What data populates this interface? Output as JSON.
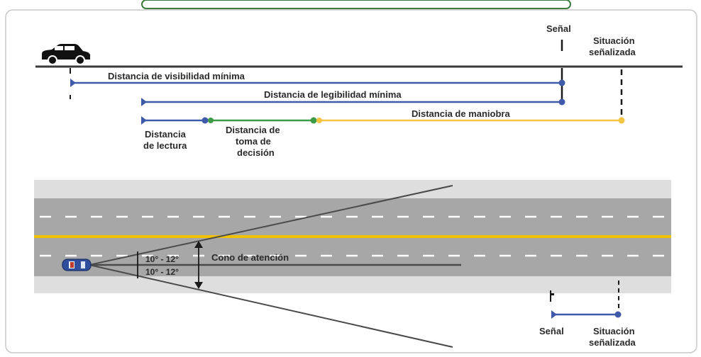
{
  "top_diagram": {
    "sign_label": "Señal",
    "situation_label_line1": "Situación",
    "situation_label_line2": "señalizada",
    "visibility_label": "Distancia de visibilidad mínima",
    "legibility_label": "Distancia de legibilidad mínima",
    "maneuver_label": "Distancia de maniobra",
    "reading_label_line1": "Distancia",
    "reading_label_line2": "de lectura",
    "decision_label_line1": "Distancia de",
    "decision_label_line2": "toma de",
    "decision_label_line3": "decisión"
  },
  "bottom_diagram": {
    "cone_label": "Cono de atención",
    "angle_upper": "10° - 12°",
    "angle_lower": "10° - 12°",
    "legend_sign_label": "Señal",
    "legend_situation_line1": "Situación",
    "legend_situation_line2": "señalizada"
  },
  "colors": {
    "blue": "#3e5aa8",
    "green": "#3d9a47",
    "yellow": "#f4c542",
    "road_gray": "#a7a7a7",
    "shoulder": "#dedede",
    "centerline": "#f2c200"
  }
}
